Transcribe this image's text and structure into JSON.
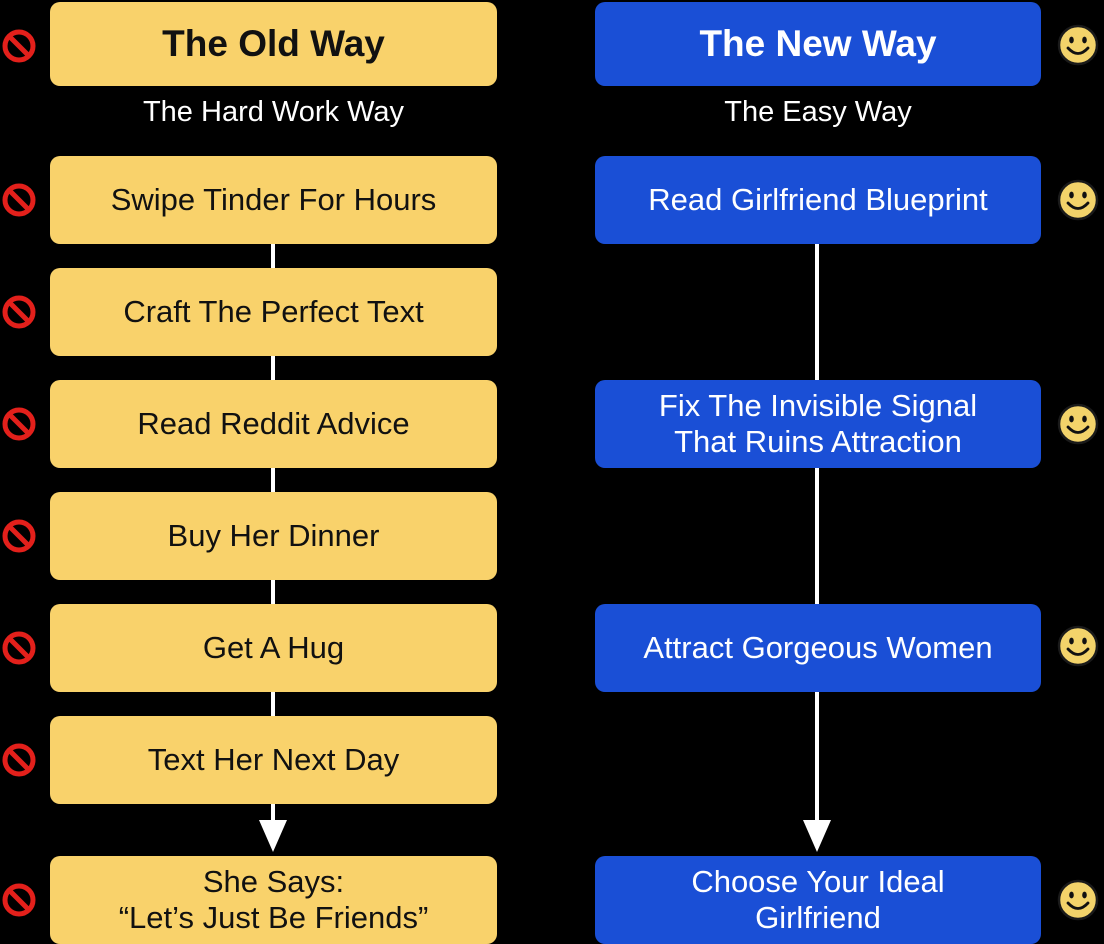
{
  "colors": {
    "background": "#000000",
    "old_box": "#f9d26b",
    "new_box": "#1a4fd6",
    "no_icon": "#e3201b",
    "smiley": "#f3d36a"
  },
  "old_way": {
    "title": "The Old Way",
    "subtitle": "The Hard Work Way",
    "row_icon": "no-entry-icon",
    "steps": [
      "Swipe Tinder For Hours",
      "Craft The Perfect Text",
      "Read Reddit Advice",
      "Buy Her Dinner",
      "Get A Hug",
      "Text Her Next Day",
      "She Says:\n“Let’s Just Be Friends”"
    ]
  },
  "new_way": {
    "title": "The New Way",
    "subtitle": "The Easy Way",
    "row_icon": "smiley-face-icon",
    "steps": [
      "Read Girlfriend Blueprint",
      "Fix The Invisible Signal\nThat Ruins Attraction",
      "Attract Gorgeous Women",
      "Choose Your Ideal\nGirlfriend"
    ]
  }
}
